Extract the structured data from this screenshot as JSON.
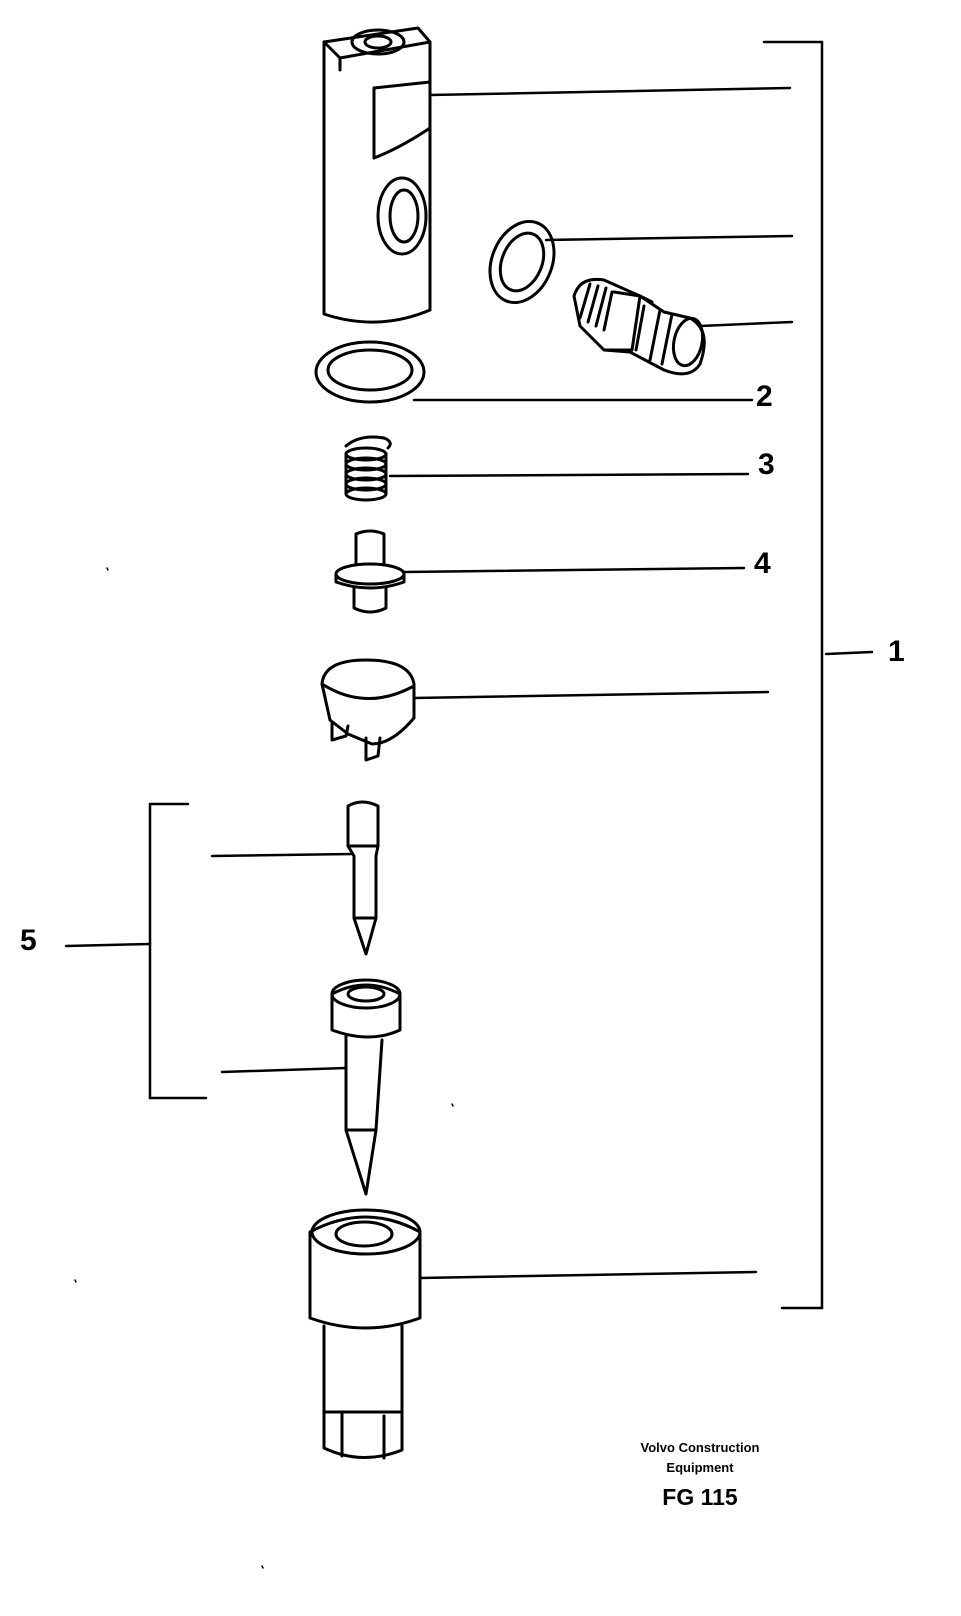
{
  "callouts": {
    "item_1": "1",
    "item_2": "2",
    "item_3": "3",
    "item_4": "4",
    "item_5": "5"
  },
  "footer": {
    "publisher_line1": "Volvo Construction",
    "publisher_line2": "Equipment",
    "figure_code": "FG 115"
  }
}
